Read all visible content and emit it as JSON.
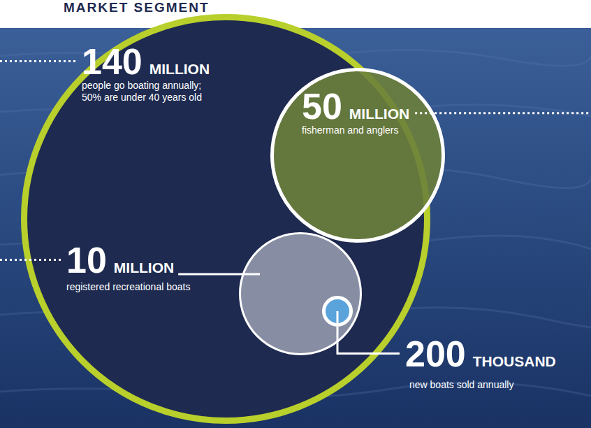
{
  "diagram": {
    "title": "MARKET SEGMENT",
    "nodes": [
      {
        "text": [
          "140",
          "MILLION",
          "people go boating annually; 50% are under 40 years old"
        ]
      },
      {
        "text": [
          "50",
          "MILLION",
          "fisherman and anglers"
        ],
        "in": 0
      },
      {
        "text": [
          "10",
          "MILLION",
          "registered recreational boats"
        ],
        "in": 0
      },
      {
        "text": [
          "200",
          "THOUSAND",
          "new boats sold annually"
        ],
        "in": 2
      }
    ]
  }
}
